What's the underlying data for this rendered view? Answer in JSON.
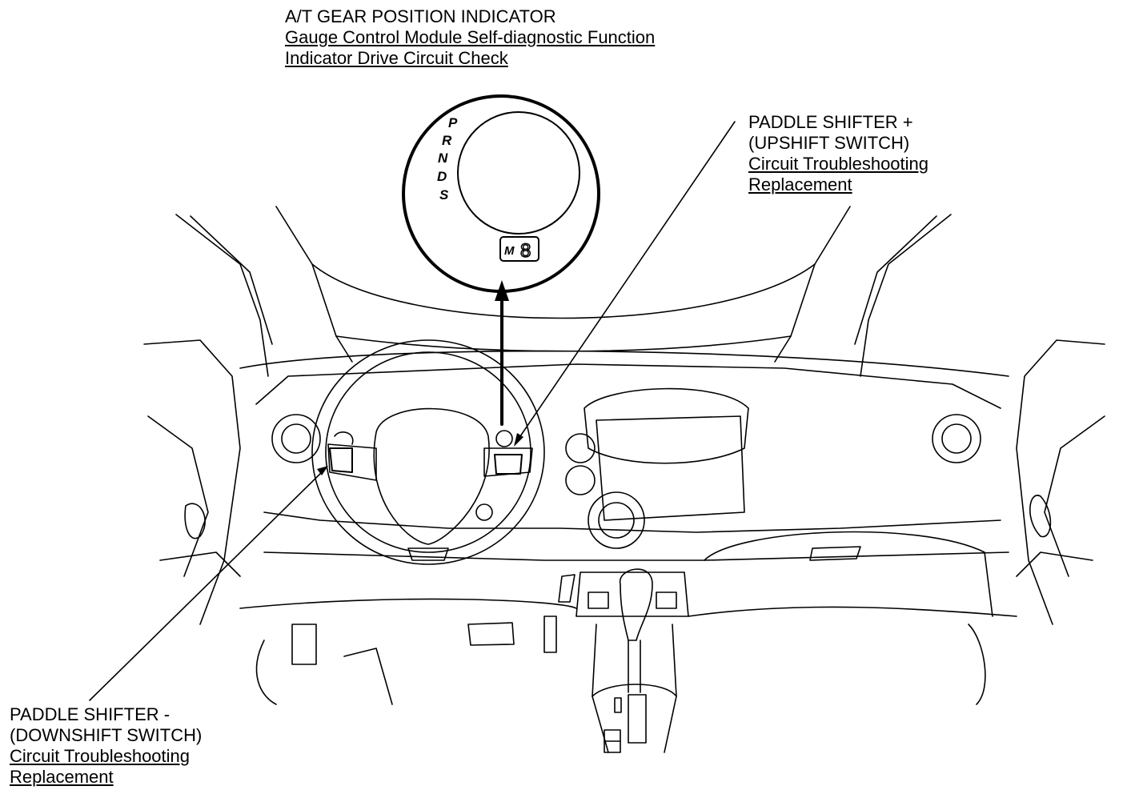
{
  "title_block": {
    "heading": "A/T GEAR POSITION INDICATOR",
    "links": [
      "Gauge Control Module Self-diagnostic Function",
      "Indicator Drive Circuit Check"
    ]
  },
  "gauge": {
    "gear_letters": [
      "P",
      "R",
      "N",
      "D",
      "S"
    ],
    "mode_letter": "M",
    "segment_digit": "8"
  },
  "upshift_block": {
    "heading_line1": "PADDLE SHIFTER  +",
    "heading_line2": "(UPSHIFT SWITCH)",
    "links": [
      "Circuit Troubleshooting",
      "Replacement"
    ]
  },
  "downshift_block": {
    "heading_line1": "PADDLE SHIFTER  -",
    "heading_line2": "(DOWNSHIFT SWITCH)",
    "links": [
      "Circuit Troubleshooting",
      "Replacement"
    ]
  }
}
